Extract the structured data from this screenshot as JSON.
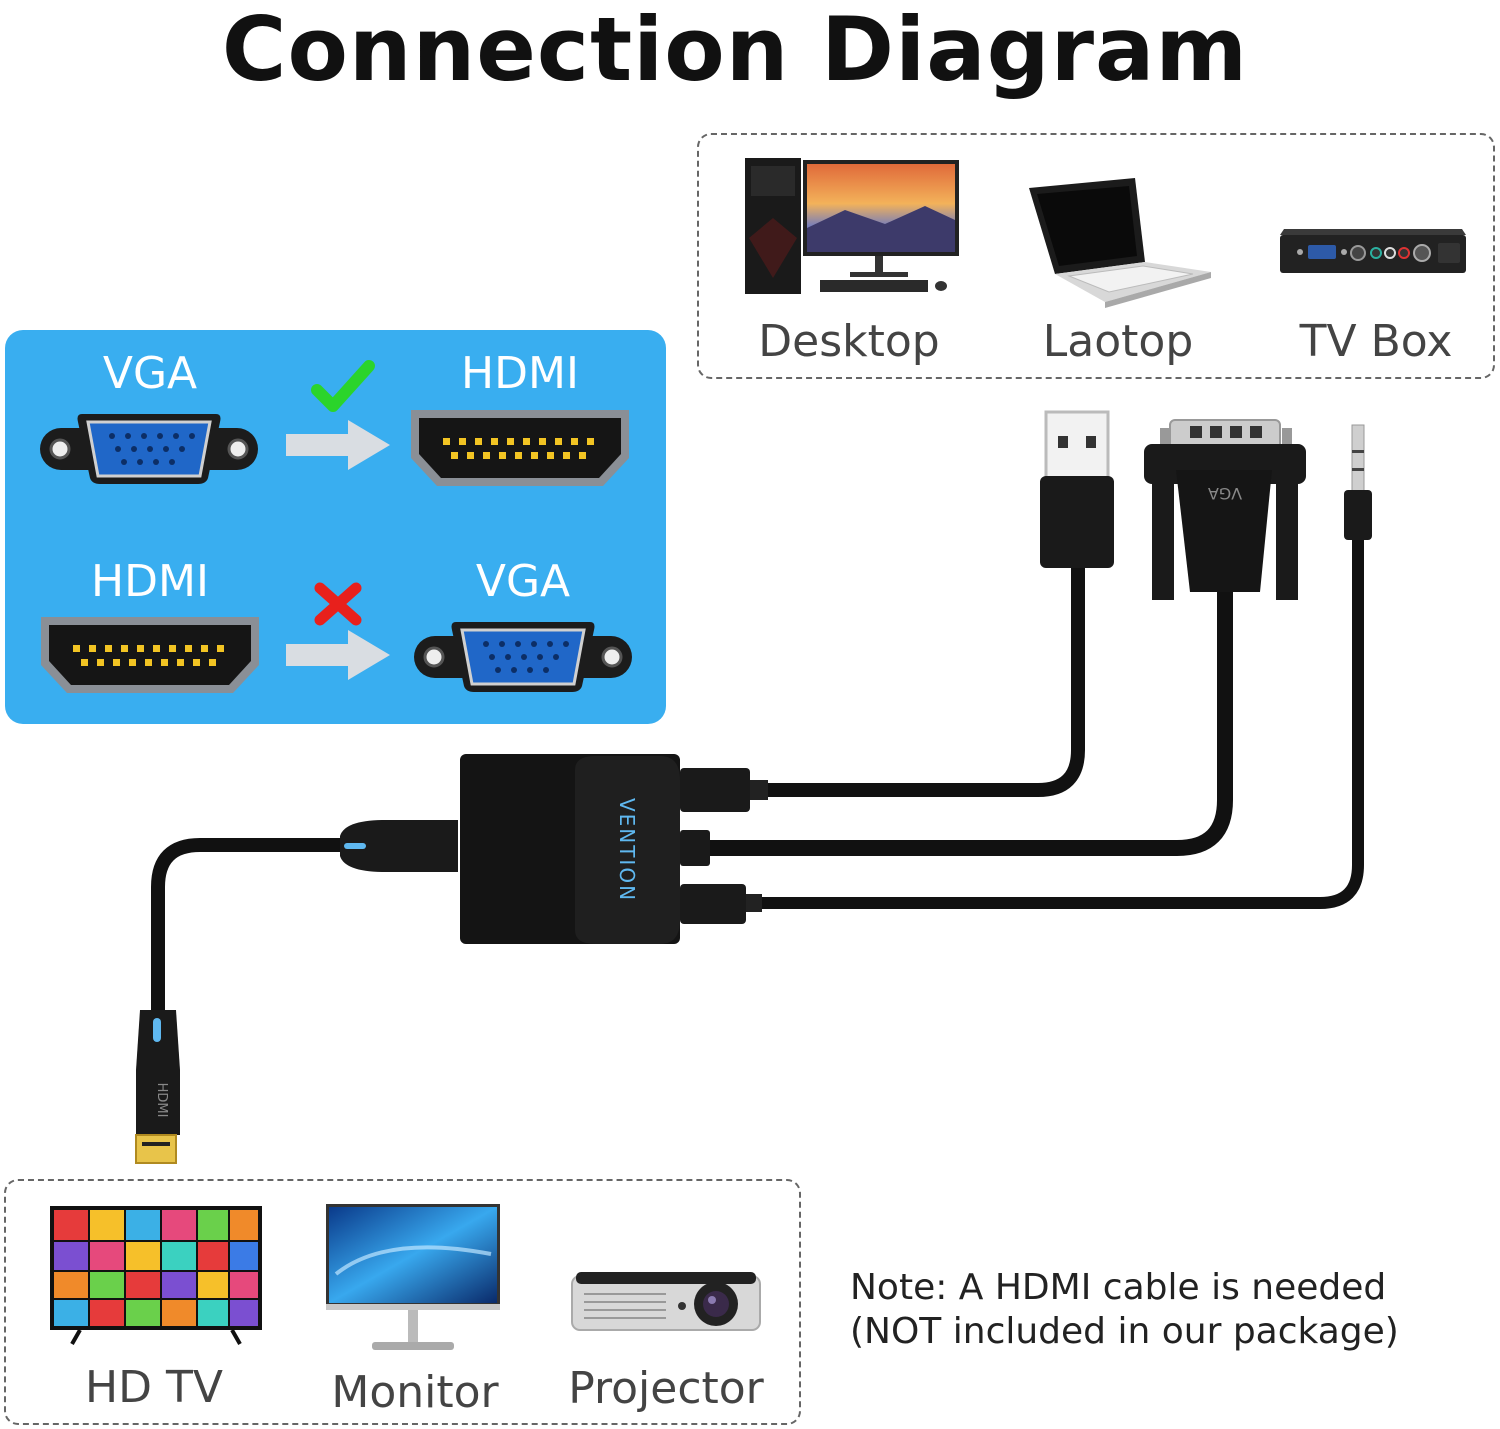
{
  "title": "Connection Diagram",
  "source_devices": [
    {
      "label": "Desktop",
      "icon": "desktop-icon"
    },
    {
      "label": "Laotop",
      "icon": "laptop-icon"
    },
    {
      "label": "TV Box",
      "icon": "tv-box-icon"
    }
  ],
  "output_devices": [
    {
      "label": "HD TV",
      "icon": "hd-tv-icon"
    },
    {
      "label": "Monitor",
      "icon": "monitor-icon"
    },
    {
      "label": "Projector",
      "icon": "projector-icon"
    }
  ],
  "compatibility": [
    {
      "from": "VGA",
      "to": "HDMI",
      "supported": true
    },
    {
      "from": "HDMI",
      "to": "VGA",
      "supported": false
    }
  ],
  "adapter": {
    "brand": "VENTION",
    "vga_plug_text": "VGA",
    "hdmi_plug_text": "HDMI"
  },
  "note": {
    "line1": "Note: A HDMI cable is needed",
    "line2": "(NOT included in our package)"
  },
  "colors": {
    "panel_blue": "#39aef0",
    "vga_blue": "#1f6fd1",
    "check_green": "#2bd42b",
    "cross_red": "#e8201c",
    "cable_black": "#111111"
  }
}
